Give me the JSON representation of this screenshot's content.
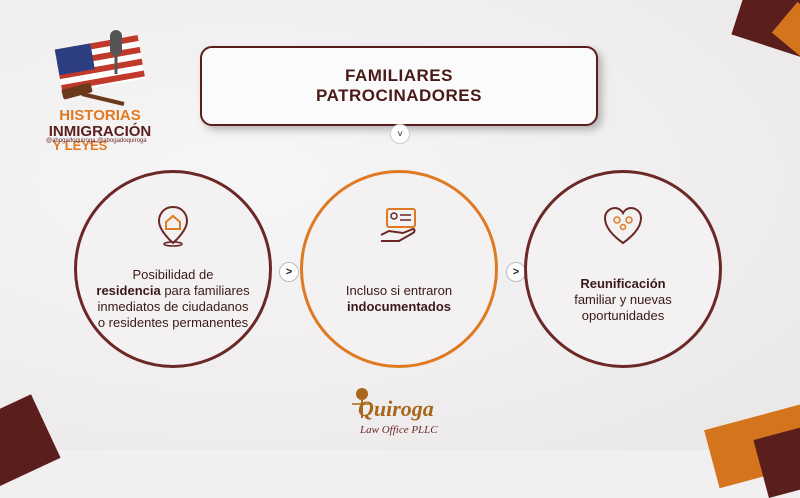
{
  "title": {
    "line1": "FAMILIARES",
    "line2": "PATROCINADORES"
  },
  "cards": [
    {
      "icon": "home-location-icon",
      "text_a": "Posibilidad de",
      "bold": "residencia",
      "text_b": " para familiares",
      "text_c": "inmediatos de ciudadanos",
      "text_d": "o residentes permanentes"
    },
    {
      "icon": "id-card-hand-icon",
      "text_a": "Incluso si entraron",
      "bold": "indocumentados"
    },
    {
      "icon": "family-heart-icon",
      "bold": "Reunificación",
      "text_a": "familiar y nuevas",
      "text_b": "oportunidades"
    }
  ],
  "logo_left": {
    "line1": "HISTORIAS",
    "line2": "INMIGRACIÓN",
    "line3": "Y LEYES",
    "handles": "@abogadoquiroga   @abogadoquiroga"
  },
  "logo_bottom": {
    "name": "Quiroga",
    "sub": "Law Office PLLC"
  },
  "colors": {
    "maroon": "#5a1e1c",
    "orange": "#e07a22"
  }
}
